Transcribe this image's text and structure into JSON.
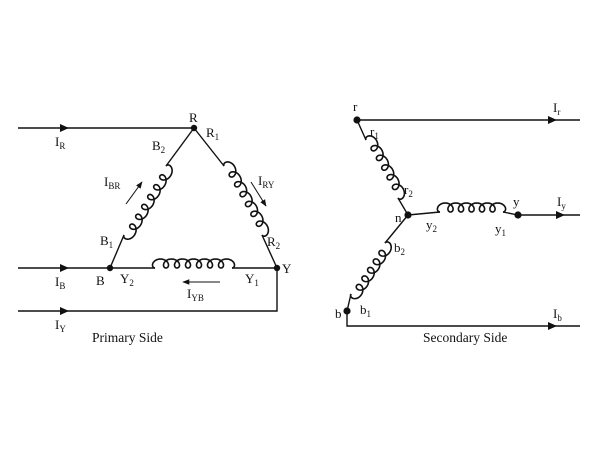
{
  "primary": {
    "caption": "Primary Side",
    "nodes": {
      "R": "R",
      "B": "B",
      "Y": "Y",
      "R1": "R",
      "R1_sub": "1",
      "R2": "R",
      "R2_sub": "2",
      "B1": "B",
      "B1_sub": "1",
      "B2": "B",
      "B2_sub": "2",
      "Y1": "Y",
      "Y1_sub": "1",
      "Y2": "Y",
      "Y2_sub": "2"
    },
    "currents": {
      "IR": "I",
      "IR_sub": "R",
      "IB": "I",
      "IB_sub": "B",
      "IY": "I",
      "IY_sub": "Y",
      "IBR": "I",
      "IBR_sub": "BR",
      "IRY": "I",
      "IRY_sub": "RY",
      "IYB": "I",
      "IYB_sub": "YB"
    }
  },
  "secondary": {
    "caption": "Secondary Side",
    "nodes": {
      "r": "r",
      "n": "n",
      "y": "y",
      "b": "b",
      "r1": "r",
      "r1_sub": "1",
      "r2": "r",
      "r2_sub": "2",
      "y1": "y",
      "y1_sub": "1",
      "y2": "y",
      "y2_sub": "2",
      "b1": "b",
      "b1_sub": "1",
      "b2": "b",
      "b2_sub": "2"
    },
    "currents": {
      "Ir": "I",
      "Ir_sub": "r",
      "Iy": "I",
      "Iy_sub": "y",
      "Ib": "I",
      "Ib_sub": "b"
    }
  }
}
